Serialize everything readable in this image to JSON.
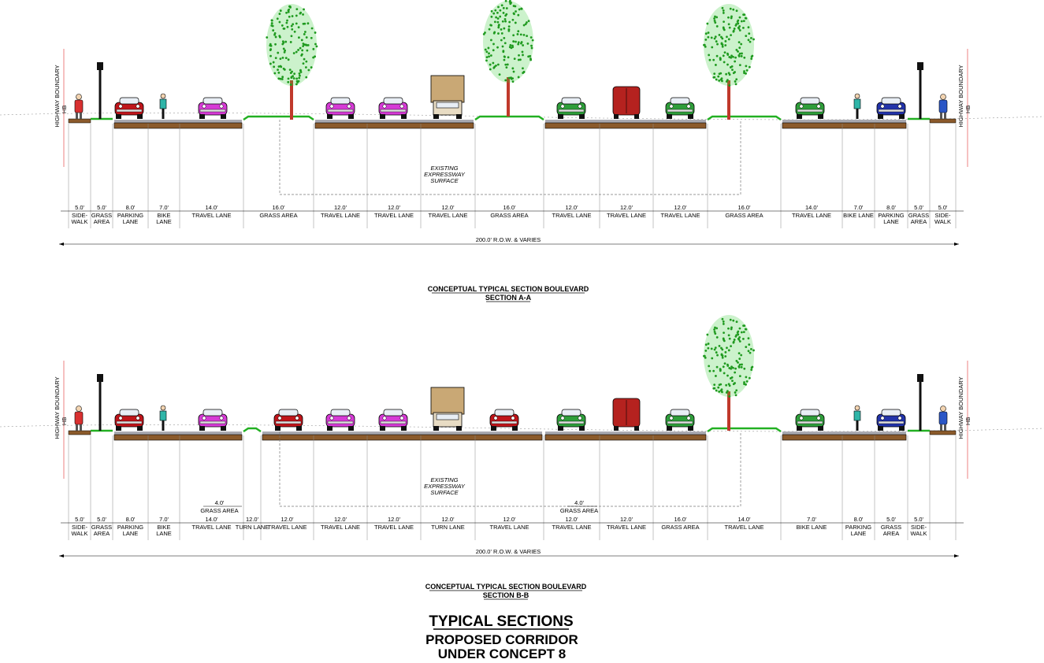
{
  "sections": [
    {
      "id": "A-A",
      "caption_line1": "CONCEPTUAL TYPICAL SECTION BOULEVARD",
      "caption_line2": "SECTION A-A",
      "row_label": "200.0' R.O.W. & VARIES",
      "highway_boundary_label": "HIGHWAY BOUNDARY",
      "hb_marker": "HB",
      "existing_surface_label": [
        "EXISTING",
        "EXPRESSWAY",
        "SURFACE"
      ],
      "segments": [
        {
          "dim": "5.0'",
          "name": [
            "SIDE-",
            "WALK"
          ]
        },
        {
          "dim": "5.0'",
          "name": [
            "GRASS",
            "AREA"
          ]
        },
        {
          "dim": "8.0'",
          "name": [
            "PARKING",
            "LANE"
          ]
        },
        {
          "dim": "7.0'",
          "name": [
            "BIKE",
            "LANE"
          ]
        },
        {
          "dim": "14.0'",
          "name": [
            "TRAVEL LANE"
          ]
        },
        {
          "dim": "16.0'",
          "name": [
            "GRASS AREA"
          ]
        },
        {
          "dim": "12.0'",
          "name": [
            "TRAVEL LANE"
          ]
        },
        {
          "dim": "12.0'",
          "name": [
            "TRAVEL LANE"
          ]
        },
        {
          "dim": "12.0'",
          "name": [
            "TRAVEL LANE"
          ]
        },
        {
          "dim": "16.0'",
          "name": [
            "GRASS AREA"
          ]
        },
        {
          "dim": "12.0'",
          "name": [
            "TRAVEL LANE"
          ]
        },
        {
          "dim": "12.0'",
          "name": [
            "TRAVEL LANE"
          ]
        },
        {
          "dim": "12.0'",
          "name": [
            "TRAVEL LANE"
          ]
        },
        {
          "dim": "16.0'",
          "name": [
            "GRASS AREA"
          ]
        },
        {
          "dim": "14.0'",
          "name": [
            "TRAVEL LANE"
          ]
        },
        {
          "dim": "7.0'",
          "name": [
            "BIKE LANE"
          ]
        },
        {
          "dim": "8.0'",
          "name": [
            "PARKING",
            "LANE"
          ]
        },
        {
          "dim": "5.0'",
          "name": [
            "GRASS",
            "AREA"
          ]
        },
        {
          "dim": "5.0'",
          "name": [
            "SIDE-",
            "WALK"
          ]
        }
      ]
    },
    {
      "id": "B-B",
      "caption_line1": "CONCEPTUAL TYPICAL SECTION BOULEVARD",
      "caption_line2": "SECTION B-B",
      "row_label": "200.0' R.O.W. & VARIES",
      "highway_boundary_label": "HIGHWAY BOUNDARY",
      "hb_marker": "HB",
      "existing_surface_label": [
        "EXISTING",
        "EXPRESSWAY",
        "SURFACE"
      ],
      "median_callouts": [
        {
          "dim": "4.0'",
          "name": "GRASS AREA"
        },
        {
          "dim": "4.0'",
          "name": "GRASS AREA"
        }
      ],
      "segments": [
        {
          "dim": "5.0'",
          "name": [
            "SIDE-",
            "WALK"
          ]
        },
        {
          "dim": "5.0'",
          "name": [
            "GRASS",
            "AREA"
          ]
        },
        {
          "dim": "8.0'",
          "name": [
            "PARKING",
            "LANE"
          ]
        },
        {
          "dim": "7.0'",
          "name": [
            "BIKE",
            "LANE"
          ]
        },
        {
          "dim": "14.0'",
          "name": [
            "TRAVEL LANE"
          ]
        },
        {
          "dim": "12.0'",
          "name": [
            "TURN LANE"
          ]
        },
        {
          "dim": "12.0'",
          "name": [
            "TRAVEL LANE"
          ]
        },
        {
          "dim": "12.0'",
          "name": [
            "TRAVEL LANE"
          ]
        },
        {
          "dim": "12.0'",
          "name": [
            "TRAVEL LANE"
          ]
        },
        {
          "dim": "12.0'",
          "name": [
            "TURN LANE"
          ]
        },
        {
          "dim": "12.0'",
          "name": [
            "TRAVEL LANE"
          ]
        },
        {
          "dim": "12.0'",
          "name": [
            "TRAVEL LANE"
          ]
        },
        {
          "dim": "12.0'",
          "name": [
            "TRAVEL LANE"
          ]
        },
        {
          "dim": "16.0'",
          "name": [
            "GRASS AREA"
          ]
        },
        {
          "dim": "14.0'",
          "name": [
            "TRAVEL LANE"
          ]
        },
        {
          "dim": "7.0'",
          "name": [
            "BIKE LANE"
          ]
        },
        {
          "dim": "8.0'",
          "name": [
            "PARKING",
            "LANE"
          ]
        },
        {
          "dim": "5.0'",
          "name": [
            "GRASS",
            "AREA"
          ]
        },
        {
          "dim": "5.0'",
          "name": [
            "SIDE-",
            "WALK"
          ]
        }
      ]
    }
  ],
  "title": {
    "line1": "TYPICAL SECTIONS",
    "line2": "PROPOSED CORRIDOR",
    "line3": "UNDER CONCEPT 8"
  },
  "colors": {
    "pavement": "#a9a9b0",
    "base": "#8b5a2b",
    "grass": "#22b022",
    "tree_foliage": "#33cc33",
    "tree_trunk": "#c0392b",
    "car_magenta": "#d63ad6",
    "car_red": "#c0151b",
    "car_green": "#2e9e3a",
    "car_blue": "#2233aa",
    "truck_tan": "#c9a875",
    "boundary_red": "#e03030"
  }
}
